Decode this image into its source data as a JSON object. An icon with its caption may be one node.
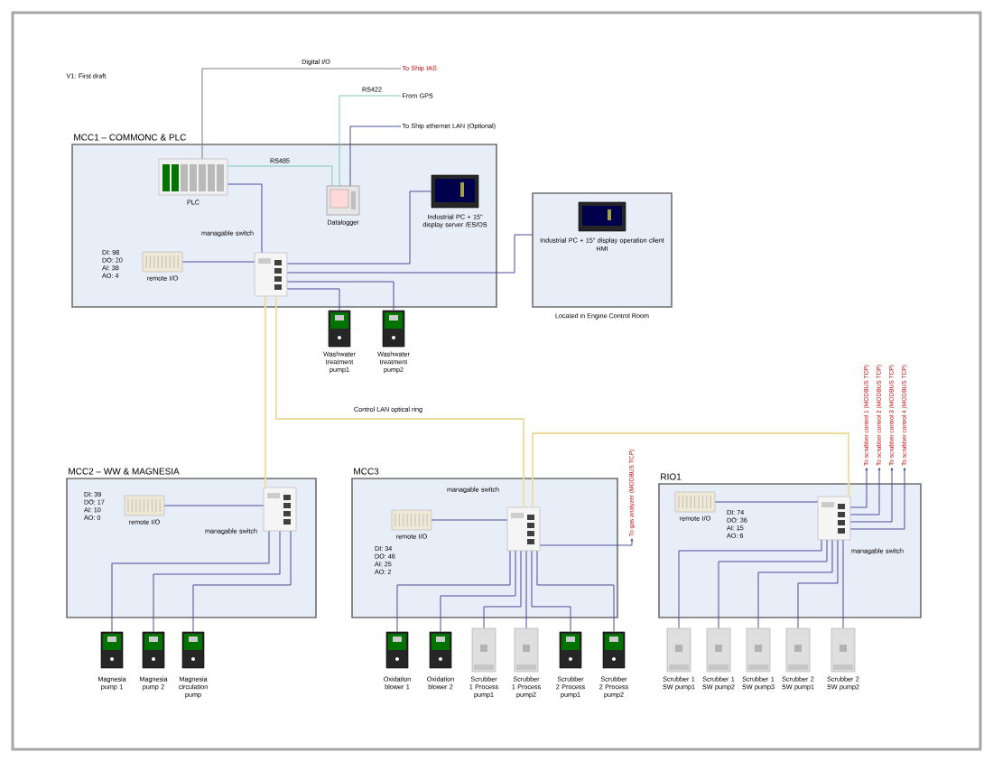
{
  "diagram": {
    "nodes": [
      {
        "text": [
          "MCC1 – COMMONC & PLC"
        ]
      },
      {
        "text": [
          "PLC"
        ],
        "in": 0
      },
      {
        "text": [
          "Datalogger"
        ],
        "in": 0
      },
      {
        "text": [
          "Industrial PC + 15\" display server /ES/OS"
        ],
        "in": 0
      },
      {
        "text": [
          "managable switch"
        ],
        "in": 0
      },
      {
        "text": [
          "remote I/O"
        ],
        "in": 0,
        "beside": [
          "DI: 98",
          "DO: 20",
          "AI: 38",
          "AO: 4"
        ]
      },
      {
        "text": [
          "Industrial PC + 15\" display operation client",
          "HMI"
        ],
        "beside": [
          "Located in Engine Control Room"
        ]
      },
      {
        "text": [
          "Washwater treatment pump1"
        ]
      },
      {
        "text": [
          "Washwater treatment pump2"
        ]
      },
      {
        "text": [
          "MCC2 – WW & MAGNESIA"
        ]
      },
      {
        "text": [
          "remote I/O"
        ],
        "in": 9,
        "beside": [
          "DI: 39",
          "DO: 17",
          "AI: 10",
          "AO: 0"
        ]
      },
      {
        "text": [
          "managable switch"
        ],
        "in": 9
      },
      {
        "text": [
          "Magnesia pump 1"
        ]
      },
      {
        "text": [
          "Magnesia pump 2"
        ]
      },
      {
        "text": [
          "Magnesia circulation pump"
        ]
      },
      {
        "text": [
          "MCC3"
        ]
      },
      {
        "text": [
          "remote I/O"
        ],
        "in": 15,
        "beside": [
          "DI: 34",
          "DO: 46",
          "AI: 25",
          "AO: 2"
        ]
      },
      {
        "text": [
          "managable switch"
        ],
        "in": 15
      },
      {
        "text": [
          "Oxidation blower 1"
        ]
      },
      {
        "text": [
          "Oxidation blower 2"
        ]
      },
      {
        "text": [
          "Scrubber 1 Process pump1"
        ]
      },
      {
        "text": [
          "Scrubber 1 Process pump2"
        ]
      },
      {
        "text": [
          "Scrubber 2 Process pump1"
        ]
      },
      {
        "text": [
          "Scrubber 2 Process pump2"
        ]
      },
      {
        "text": [
          "RIO1"
        ]
      },
      {
        "text": [
          "remote I/O"
        ],
        "in": 24,
        "beside": [
          "DI: 74",
          "DO: 36",
          "AI: 15",
          "AO: 6"
        ]
      },
      {
        "text": [
          "managable switch"
        ],
        "in": 24
      },
      {
        "text": [
          "Scrubber 1 SW pump1"
        ]
      },
      {
        "text": [
          "Scrubber 1 SW pump2"
        ]
      },
      {
        "text": [
          "Scrubber 1 SW pump3"
        ]
      },
      {
        "text": [
          "Scrubber 2 SW pump1"
        ]
      },
      {
        "text": [
          "Scrubber 2 SW pump2"
        ]
      },
      {
        "text": [
          "To Ship IAS"
        ]
      },
      {
        "text": [
          "From GPS"
        ]
      },
      {
        "text": [
          "To Ship ethernet LAN (Optional)"
        ]
      },
      {
        "text": [
          "To gas analyzer (MODBUS TCP)"
        ]
      },
      {
        "text": [
          "To scrubber control 1 (MODBUS TCP)"
        ]
      },
      {
        "text": [
          "To scrubber control 2 (MODBUS TCP)"
        ]
      },
      {
        "text": [
          "To scrubber control 3 (MODBUS TCP)"
        ]
      },
      {
        "text": [
          "To scrubber control 4 (MODBUS TCP)"
        ]
      }
    ],
    "edges": [
      {
        "from": 1,
        "to": 32,
        "arrow": "none",
        "label": "Digital I/O",
        "color": "#808080"
      },
      {
        "from": 1,
        "to": 2,
        "arrow": "none",
        "label": "RS485",
        "color": "#7fc7b8"
      },
      {
        "from": 2,
        "to": 33,
        "arrow": "none",
        "label": "RS422",
        "color": "#7fc7b8"
      },
      {
        "from": 2,
        "to": 34,
        "arrow": "none"
      },
      {
        "from": 1,
        "to": 4,
        "arrow": "none"
      },
      {
        "from": 5,
        "to": 4,
        "arrow": "none"
      },
      {
        "from": 4,
        "to": 3,
        "arrow": "none"
      },
      {
        "from": 4,
        "to": 6,
        "arrow": "none"
      },
      {
        "from": 4,
        "to": 7,
        "arrow": "none"
      },
      {
        "from": 4,
        "to": 8,
        "arrow": "none"
      },
      {
        "from": 4,
        "to": 11,
        "arrow": "none",
        "color": "#eedd99"
      },
      {
        "from": 4,
        "to": 17,
        "arrow": "none",
        "label": "Control LAN optical ring",
        "color": "#eedd99"
      },
      {
        "from": 17,
        "to": 26,
        "arrow": "none",
        "color": "#eedd99"
      },
      {
        "from": 10,
        "to": 11,
        "arrow": "none"
      },
      {
        "from": 11,
        "to": 12,
        "arrow": "none"
      },
      {
        "from": 11,
        "to": 13,
        "arrow": "none"
      },
      {
        "from": 11,
        "to": 14,
        "arrow": "none"
      },
      {
        "from": 16,
        "to": 17,
        "arrow": "none"
      },
      {
        "from": 17,
        "to": 18,
        "arrow": "none"
      },
      {
        "from": 17,
        "to": 19,
        "arrow": "none"
      },
      {
        "from": 17,
        "to": 20,
        "arrow": "none"
      },
      {
        "from": 17,
        "to": 21,
        "arrow": "none"
      },
      {
        "from": 17,
        "to": 22,
        "arrow": "none"
      },
      {
        "from": 17,
        "to": 23,
        "arrow": "none"
      },
      {
        "from": 17,
        "to": 35,
        "arrow": "to"
      },
      {
        "from": 25,
        "to": 26,
        "arrow": "none"
      },
      {
        "from": 26,
        "to": 27,
        "arrow": "none"
      },
      {
        "from": 26,
        "to": 28,
        "arrow": "none"
      },
      {
        "from": 26,
        "to": 29,
        "arrow": "none"
      },
      {
        "from": 26,
        "to": 30,
        "arrow": "none"
      },
      {
        "from": 26,
        "to": 31,
        "arrow": "none"
      },
      {
        "from": 26,
        "to": 36,
        "arrow": "to"
      },
      {
        "from": 26,
        "to": 37,
        "arrow": "to"
      },
      {
        "from": 26,
        "to": 38,
        "arrow": "to"
      },
      {
        "from": 26,
        "to": 39,
        "arrow": "to"
      }
    ],
    "labels": [
      "V1: First draft"
    ]
  }
}
